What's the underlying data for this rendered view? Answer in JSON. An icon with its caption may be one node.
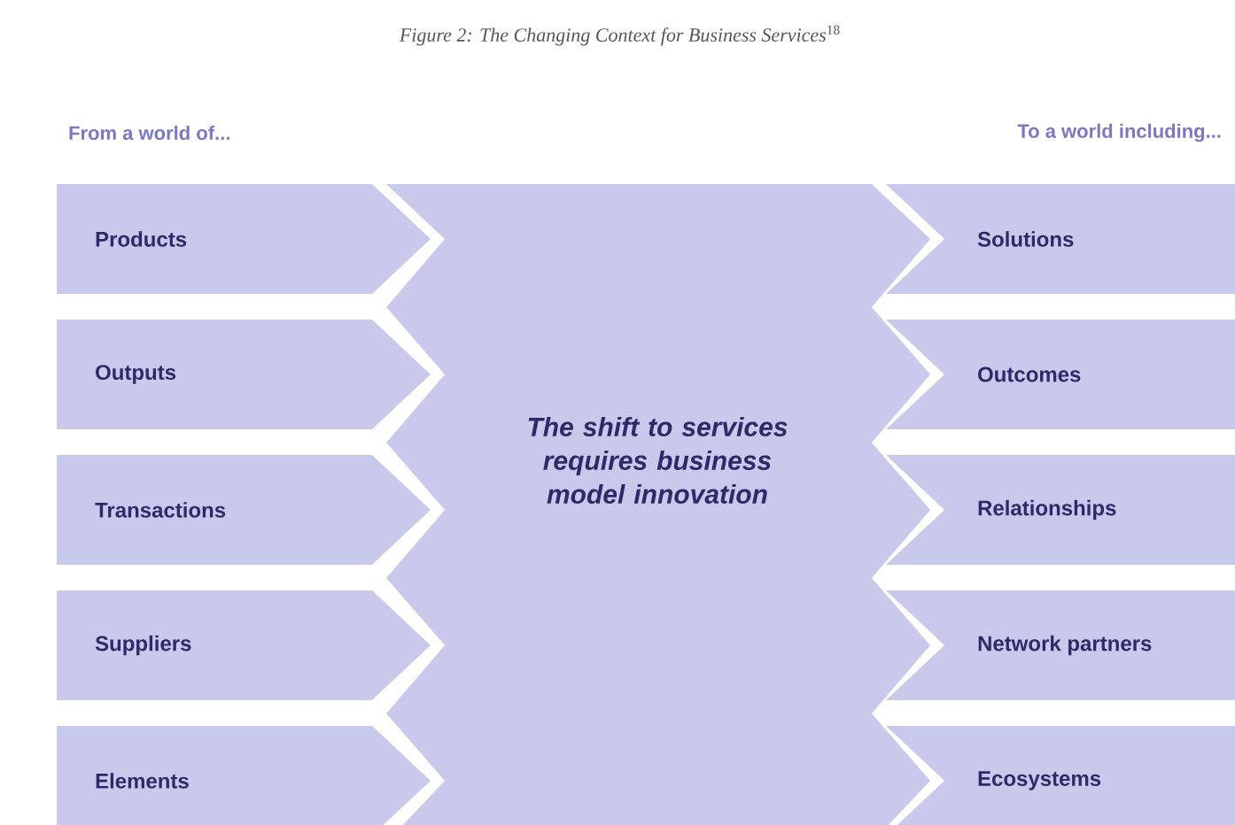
{
  "diagram": {
    "title": "*Figure 2: The Changing Context for Business Services*$^{18}$",
    "nodes": [
      {
        "text": [
          "Products"
        ]
      },
      {
        "text": [
          "Outputs"
        ]
      },
      {
        "text": [
          "Transactions"
        ]
      },
      {
        "text": [
          "Suppliers"
        ]
      },
      {
        "text": [
          "Elements"
        ]
      },
      {
        "text": [
          "The shift to services requires business model innovation"
        ]
      },
      {
        "text": [
          "Solutions"
        ]
      },
      {
        "text": [
          "Outcomes"
        ]
      },
      {
        "text": [
          "Relationships"
        ]
      },
      {
        "text": [
          "Network partners"
        ]
      },
      {
        "text": [
          "Ecosystems"
        ]
      }
    ],
    "labels": [
      "From a world of...",
      "To a world including..."
    ]
  }
}
